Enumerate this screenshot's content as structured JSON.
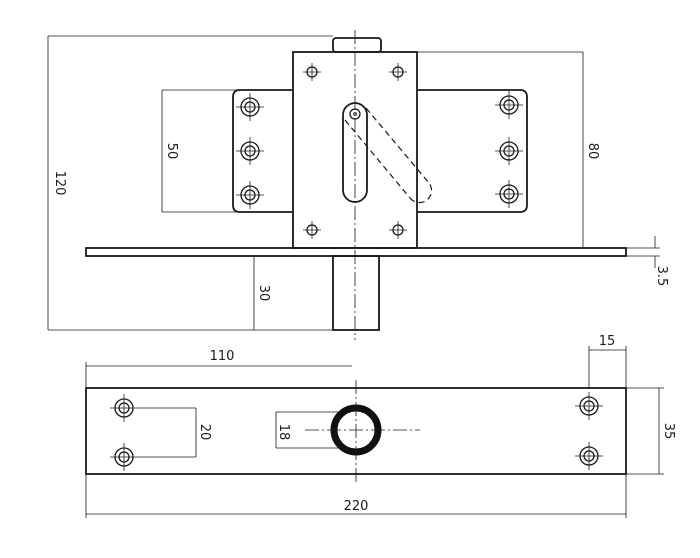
{
  "dimensions": {
    "overall_height": "120",
    "flange_hole_spacing": "50",
    "housing_height": "80",
    "plate_thickness": "3.5",
    "pin_length": "30",
    "half_length": "110",
    "end_offset": "15",
    "bolt_spacing": "20",
    "bore_diameter": "18",
    "plate_width": "35",
    "overall_length": "220"
  }
}
